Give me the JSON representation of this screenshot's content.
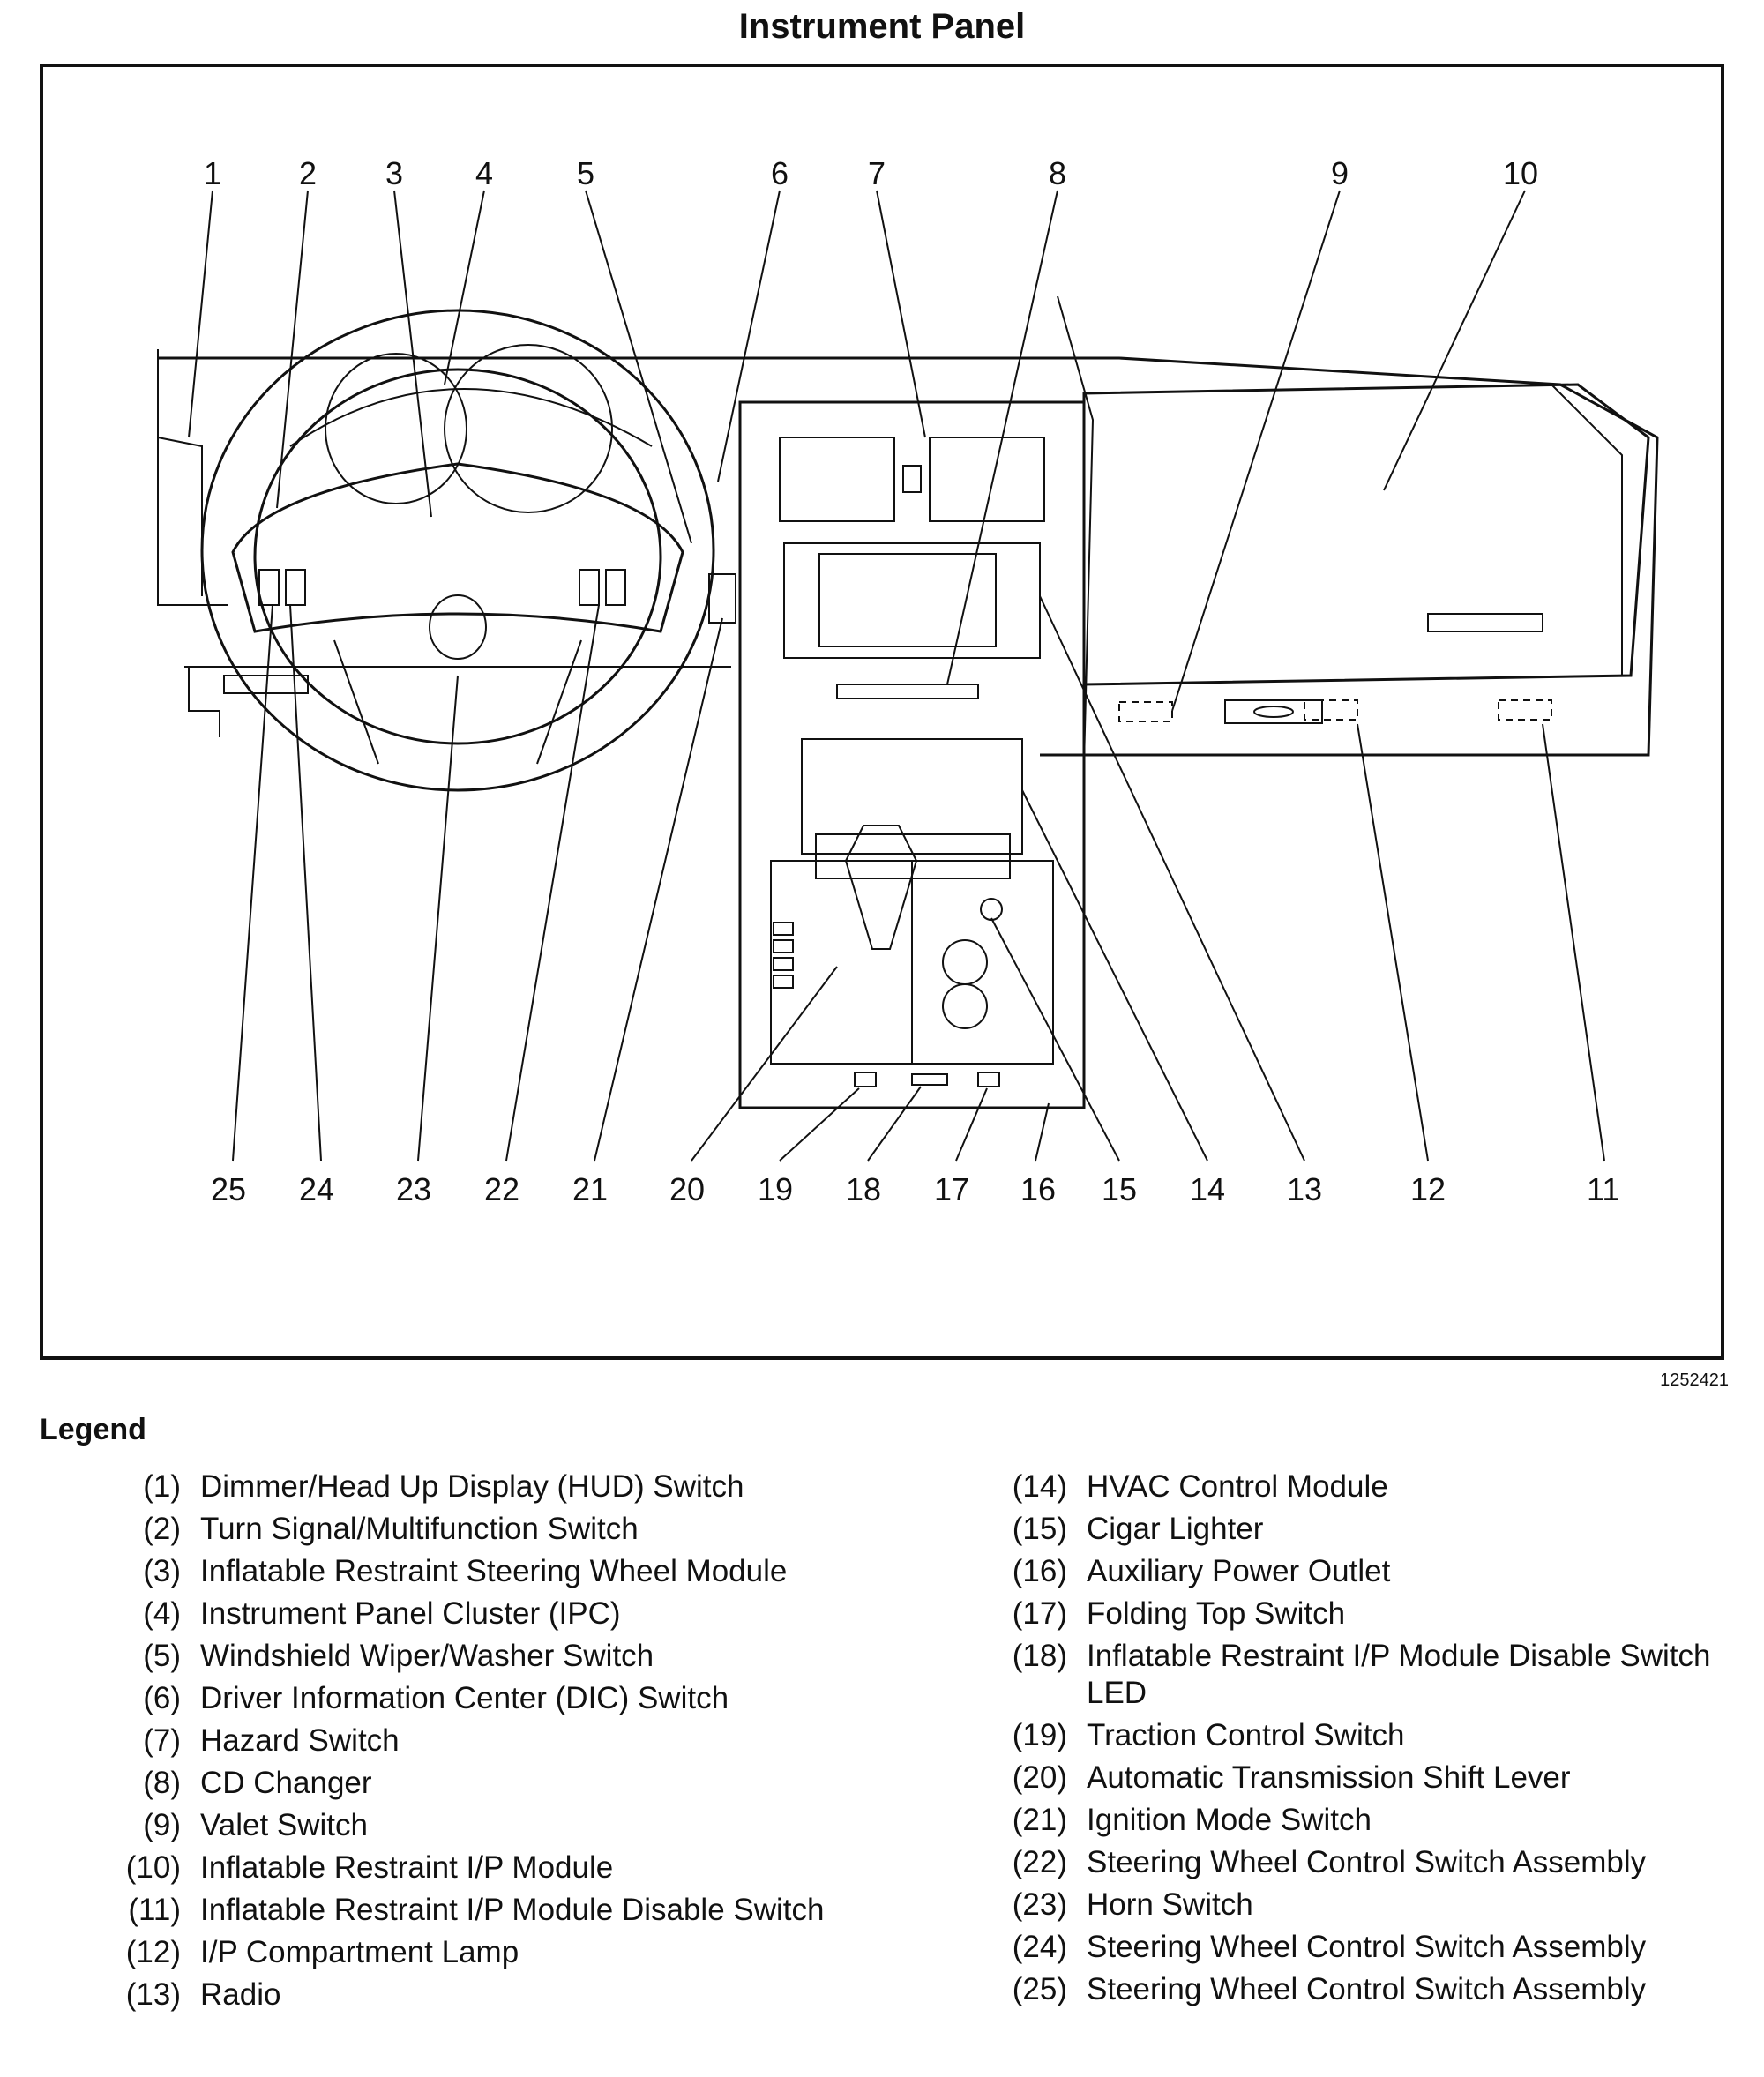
{
  "title": "Instrument Panel",
  "figure_id": "1252421",
  "legend_title": "Legend",
  "callouts": {
    "c1": "1",
    "c2": "2",
    "c3": "3",
    "c4": "4",
    "c5": "5",
    "c6": "6",
    "c7": "7",
    "c8": "8",
    "c9": "9",
    "c10": "10",
    "c11": "11",
    "c12": "12",
    "c13": "13",
    "c14": "14",
    "c15": "15",
    "c16": "16",
    "c17": "17",
    "c18": "18",
    "c19": "19",
    "c20": "20",
    "c21": "21",
    "c22": "22",
    "c23": "23",
    "c24": "24",
    "c25": "25"
  },
  "legend_left": [
    {
      "num": "(1)",
      "text": "Dimmer/Head Up Display (HUD) Switch"
    },
    {
      "num": "(2)",
      "text": "Turn Signal/Multifunction Switch"
    },
    {
      "num": "(3)",
      "text": "Inflatable Restraint Steering Wheel Module"
    },
    {
      "num": "(4)",
      "text": "Instrument Panel Cluster (IPC)"
    },
    {
      "num": "(5)",
      "text": "Windshield Wiper/Washer Switch"
    },
    {
      "num": "(6)",
      "text": "Driver Information Center (DIC) Switch"
    },
    {
      "num": "(7)",
      "text": "Hazard Switch"
    },
    {
      "num": "(8)",
      "text": "CD Changer"
    },
    {
      "num": "(9)",
      "text": "Valet Switch"
    },
    {
      "num": "(10)",
      "text": "Inflatable Restraint I/P Module"
    },
    {
      "num": "(11)",
      "text": "Inflatable Restraint I/P Module Disable Switch"
    },
    {
      "num": "(12)",
      "text": "I/P Compartment Lamp"
    },
    {
      "num": "(13)",
      "text": "Radio"
    }
  ],
  "legend_right": [
    {
      "num": "(14)",
      "text": "HVAC Control Module"
    },
    {
      "num": "(15)",
      "text": "Cigar Lighter"
    },
    {
      "num": "(16)",
      "text": "Auxiliary Power Outlet"
    },
    {
      "num": "(17)",
      "text": "Folding Top Switch"
    },
    {
      "num": "(18)",
      "text": "Inflatable Restraint I/P Module Disable Switch LED"
    },
    {
      "num": "(19)",
      "text": "Traction Control Switch"
    },
    {
      "num": "(20)",
      "text": "Automatic Transmission Shift Lever"
    },
    {
      "num": "(21)",
      "text": "Ignition Mode Switch"
    },
    {
      "num": "(22)",
      "text": "Steering Wheel Control Switch Assembly"
    },
    {
      "num": "(23)",
      "text": "Horn Switch"
    },
    {
      "num": "(24)",
      "text": "Steering Wheel Control Switch Assembly"
    },
    {
      "num": "(25)",
      "text": "Steering Wheel Control Switch Assembly"
    }
  ]
}
